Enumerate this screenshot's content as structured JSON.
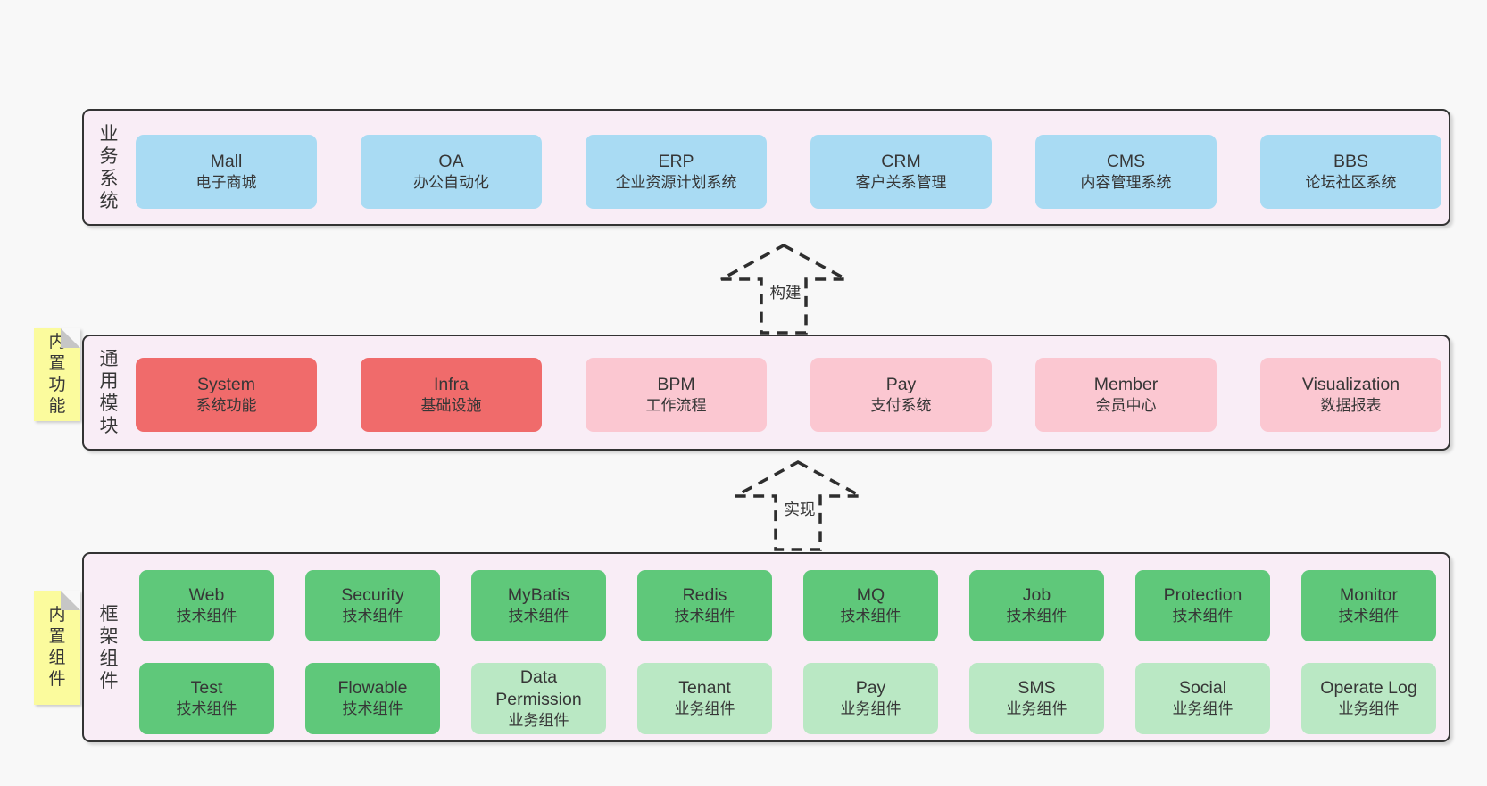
{
  "colors": {
    "page_bg": "#f8f8f8",
    "band_bg": "#f9edf6",
    "band_border": "#333333",
    "blue": "#a9dbf3",
    "red": "#f06b6b",
    "pink": "#fbc7d1",
    "green": "#5fc87a",
    "green_light": "#bae8c4",
    "yellow": "#fbfb9d",
    "text": "#363636"
  },
  "bands": [
    {
      "label": "业务系统",
      "rows": [
        [
          {
            "name": "Mall",
            "desc": "电子商城",
            "color": "blue"
          },
          {
            "name": "OA",
            "desc": "办公自动化",
            "color": "blue"
          },
          {
            "name": "ERP",
            "desc": "企业资源计划系统",
            "color": "blue"
          },
          {
            "name": "CRM",
            "desc": "客户关系管理",
            "color": "blue"
          },
          {
            "name": "CMS",
            "desc": "内容管理系统",
            "color": "blue"
          },
          {
            "name": "BBS",
            "desc": "论坛社区系统",
            "color": "blue"
          }
        ]
      ]
    },
    {
      "label": "通用模块",
      "sticky": "内置功能",
      "rows": [
        [
          {
            "name": "System",
            "desc": "系统功能",
            "color": "red"
          },
          {
            "name": "Infra",
            "desc": "基础设施",
            "color": "red"
          },
          {
            "name": "BPM",
            "desc": "工作流程",
            "color": "pink"
          },
          {
            "name": "Pay",
            "desc": "支付系统",
            "color": "pink"
          },
          {
            "name": "Member",
            "desc": "会员中心",
            "color": "pink"
          },
          {
            "name": "Visualization",
            "desc": "数据报表",
            "color": "pink"
          }
        ]
      ]
    },
    {
      "label": "框架组件",
      "sticky": "内置组件",
      "rows": [
        [
          {
            "name": "Web",
            "desc": "技术组件",
            "color": "green"
          },
          {
            "name": "Security",
            "desc": "技术组件",
            "color": "green"
          },
          {
            "name": "MyBatis",
            "desc": "技术组件",
            "color": "green"
          },
          {
            "name": "Redis",
            "desc": "技术组件",
            "color": "green"
          },
          {
            "name": "MQ",
            "desc": "技术组件",
            "color": "green"
          },
          {
            "name": "Job",
            "desc": "技术组件",
            "color": "green"
          },
          {
            "name": "Protection",
            "desc": "技术组件",
            "color": "green"
          },
          {
            "name": "Monitor",
            "desc": "技术组件",
            "color": "green"
          }
        ],
        [
          {
            "name": "Test",
            "desc": "技术组件",
            "color": "green"
          },
          {
            "name": "Flowable",
            "desc": "技术组件",
            "color": "green"
          },
          {
            "name": "Data Permission",
            "desc": "业务组件",
            "color": "green_light"
          },
          {
            "name": "Tenant",
            "desc": "业务组件",
            "color": "green_light"
          },
          {
            "name": "Pay",
            "desc": "业务组件",
            "color": "green_light"
          },
          {
            "name": "SMS",
            "desc": "业务组件",
            "color": "green_light"
          },
          {
            "name": "Social",
            "desc": "业务组件",
            "color": "green_light"
          },
          {
            "name": "Operate Log",
            "desc": "业务组件",
            "color": "green_light"
          }
        ]
      ]
    }
  ],
  "arrows": [
    {
      "label": "构建"
    },
    {
      "label": "实现"
    }
  ]
}
